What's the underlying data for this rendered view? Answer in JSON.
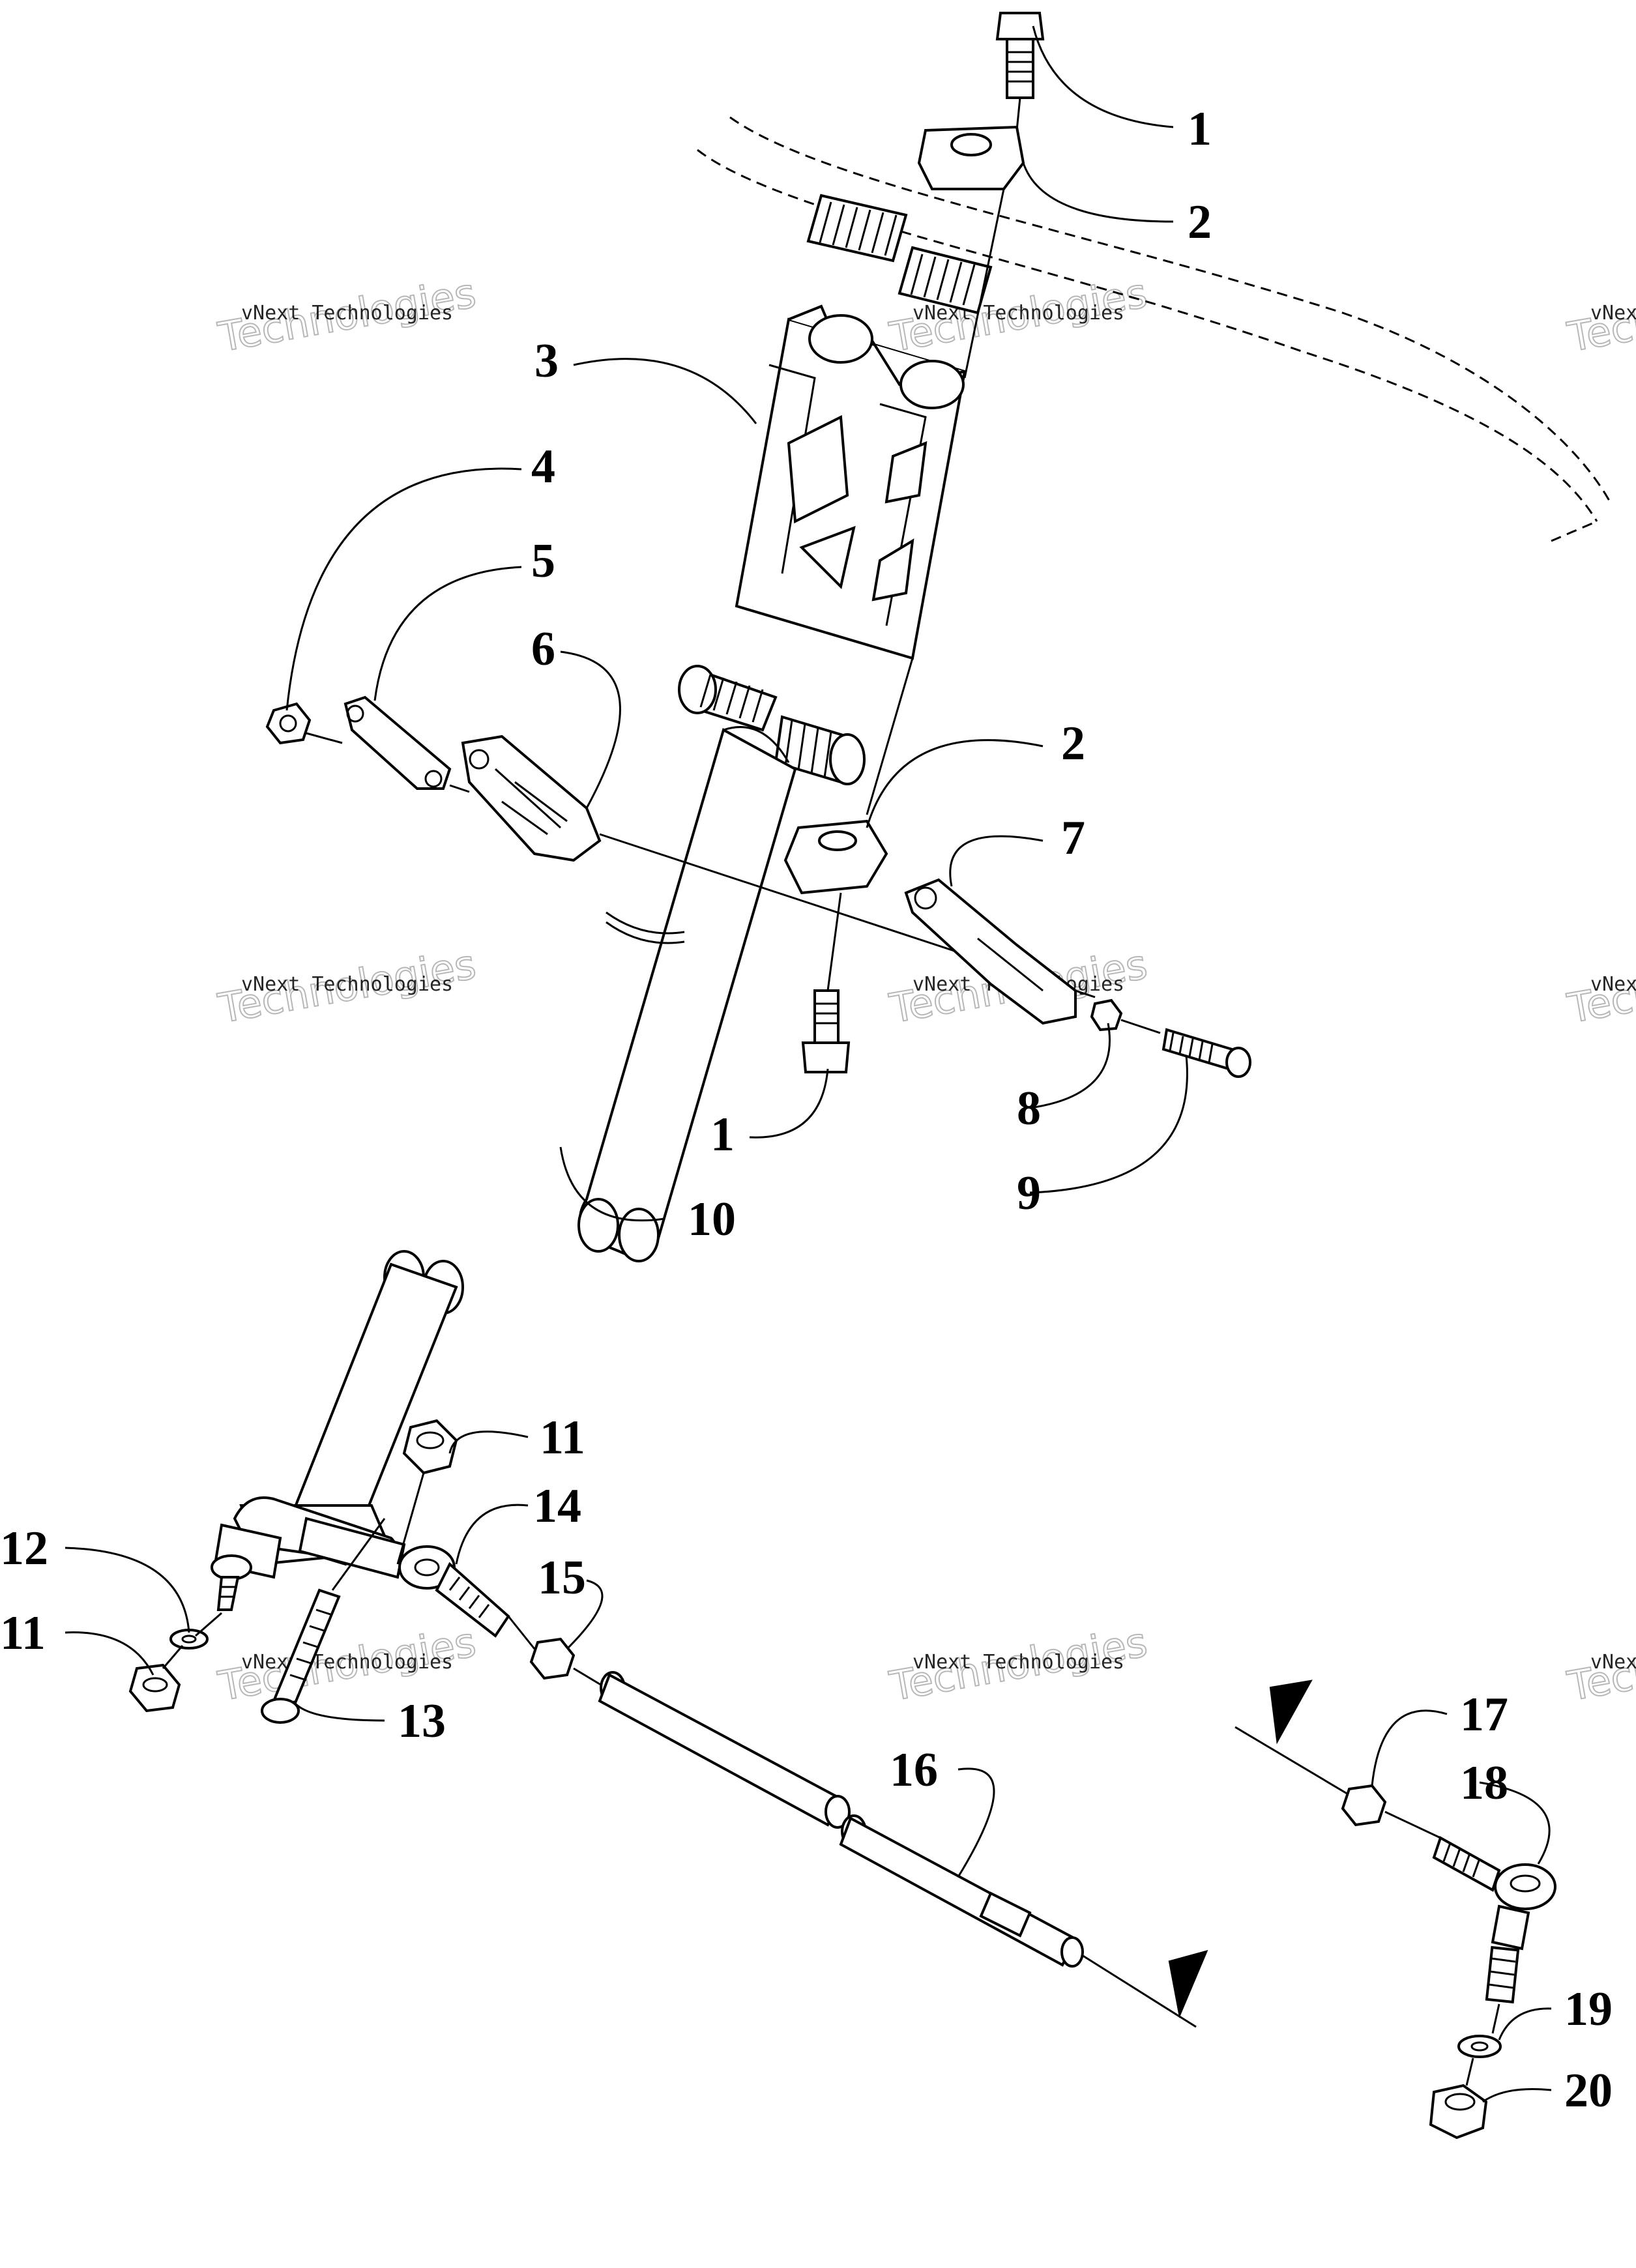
{
  "diagram": {
    "callouts": [
      "1",
      "2",
      "3",
      "4",
      "5",
      "6",
      "2",
      "7",
      "1",
      "8",
      "10",
      "9",
      "11",
      "14",
      "12",
      "15",
      "11",
      "13",
      "16",
      "17",
      "18",
      "19",
      "20"
    ],
    "watermark": {
      "line1": "vNext Technologies",
      "line2": "Technologies"
    }
  }
}
